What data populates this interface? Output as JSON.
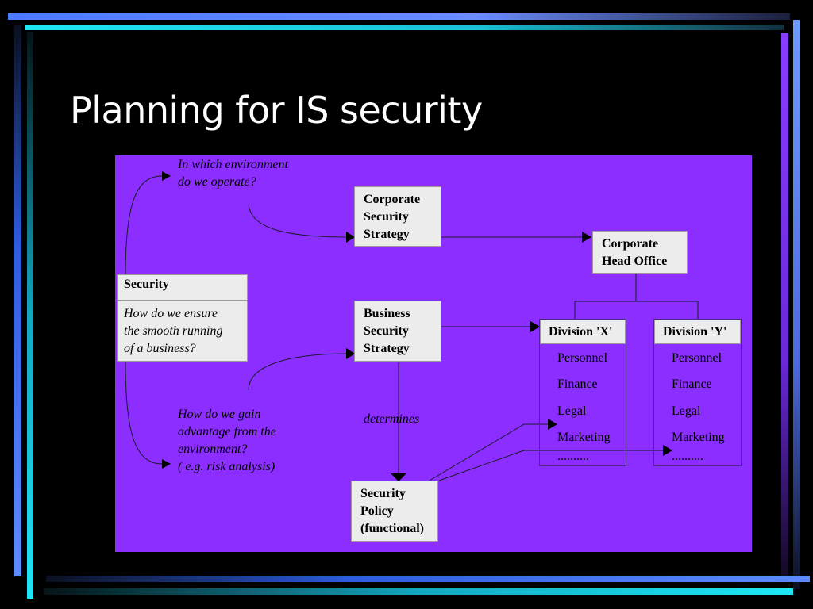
{
  "title": "Planning for IS security",
  "security_box": {
    "heading": "Security",
    "lines": [
      "How do we ensure",
      "the smooth running",
      "of a business?"
    ]
  },
  "question_top": [
    "In which environment",
    "do we operate?"
  ],
  "question_bottom": [
    "How do we gain",
    "advantage from the",
    "environment?",
    "( e.g. risk analysis)"
  ],
  "corporate_strategy": [
    "Corporate",
    "Security",
    "Strategy"
  ],
  "business_strategy": [
    "Business",
    "Security",
    "Strategy"
  ],
  "head_office": [
    "Corporate",
    "Head Office"
  ],
  "determines": "determines",
  "policy": [
    "Security",
    "Policy",
    "(functional)"
  ],
  "division_x": {
    "title": "Division 'X'",
    "items": [
      "Personnel",
      "Finance",
      "Legal",
      "Marketing",
      ".........."
    ]
  },
  "division_y": {
    "title": "Division 'Y'",
    "items": [
      "Personnel",
      "Finance",
      "Legal",
      "Marketing",
      ".........."
    ]
  },
  "colors": {
    "background": "#000000",
    "diagram_fill": "#8b2eff",
    "box_fill": "#ececec",
    "accent_cyan": "#19e4f2",
    "accent_blue": "#5d8bff",
    "accent_violet": "#8a3cff"
  }
}
